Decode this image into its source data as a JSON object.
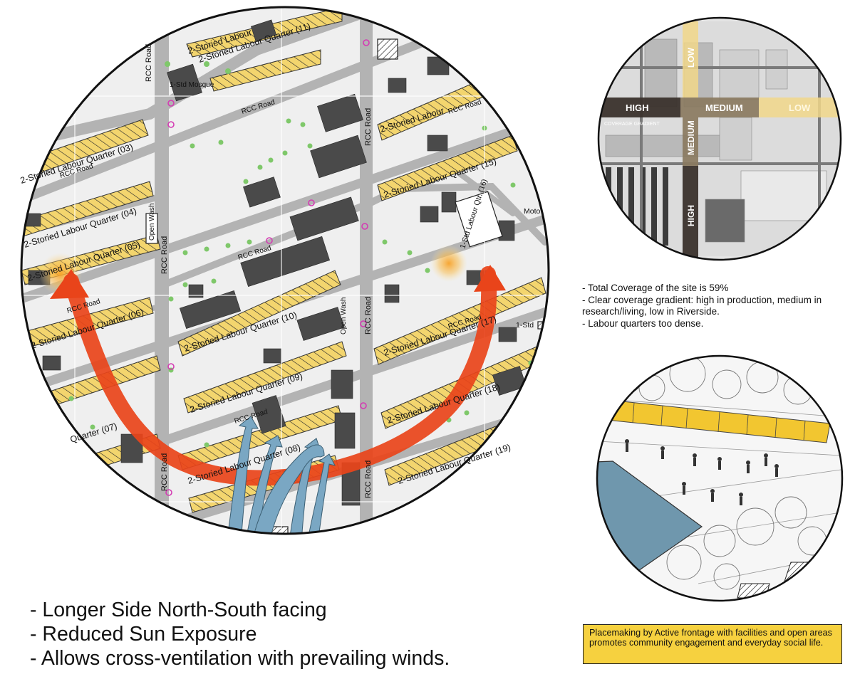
{
  "main_map": {
    "roads": [
      "RCC Road",
      "RCC Road",
      "RCC Road",
      "RCC Road",
      "RCC Road",
      "RCC Road",
      "RCC Road",
      "RCC Road",
      "RCC Road",
      "RCC Road",
      "RCC Road",
      "RCC Road",
      "RCC Road"
    ],
    "quarters": [
      {
        "label": "2-Storied Labour Quarter (03)"
      },
      {
        "label": "2-Storied Labour Quarter (04)"
      },
      {
        "label": "2-Storied Labour Quarter (05)"
      },
      {
        "label": "2-Storied Labour Quarter (06)"
      },
      {
        "label": "Quarter (07)"
      },
      {
        "label": "2-Storied Labour Quarter (08)"
      },
      {
        "label": "2-Storied Labour Quarter (09)"
      },
      {
        "label": "2-Storied Labour Quarter (10)"
      },
      {
        "label": "2-Storied Labour Quarter (11)"
      },
      {
        "label": "2-Storied Labour"
      },
      {
        "label": "2-Storied Labour Quarter (15)"
      },
      {
        "label": "2-Storied Labour Quarter (17)"
      },
      {
        "label": "2-Storied Labour Quarter (18)"
      },
      {
        "label": "2-Storied Labour Quarter (19)"
      },
      {
        "label": "2-Storied Labour"
      }
    ],
    "other_labels": {
      "mosque": "1-Std Mosque",
      "open_wash_1": "Open Wash",
      "open_wash_2": "Open Wash",
      "quarter_16": "1-Std Labour Qtr. (16)",
      "one_std": "1-Std",
      "moto": "Moto"
    }
  },
  "left_bullets": [
    "- Longer Side North-South facing",
    "- Reduced Sun Exposure",
    "- Allows cross-ventilation with prevailing winds."
  ],
  "coverage_map": {
    "horizontal_bands": [
      "HIGH",
      "MEDIUM",
      "LOW"
    ],
    "vertical_bands": [
      "LOW",
      "MEDIUM",
      "HIGH"
    ],
    "small_label": "COVERAGE GRADIENT"
  },
  "right_bullets": [
    "- Total Coverage of the site is 59%",
    "- Clear coverage gradient: high in production, medium in research/living, low in Riverside.",
    "- Labour quarters too dense."
  ],
  "caption": "Placemaking by Active frontage with facilities and open areas promotes community engagement and everyday social life.",
  "colors": {
    "quarter_fill": "#f3d56e",
    "road": "#b3b3b3",
    "building": "#4a4a4a",
    "sun_arrow": "#e9441a",
    "wind_arrow": "#7aa7c3",
    "pool": "#6f97ad",
    "caption_bg": "#f6d13f",
    "band_dark": "#3a322c",
    "band_mid": "#8a7a60",
    "band_light": "#f1d78a"
  }
}
